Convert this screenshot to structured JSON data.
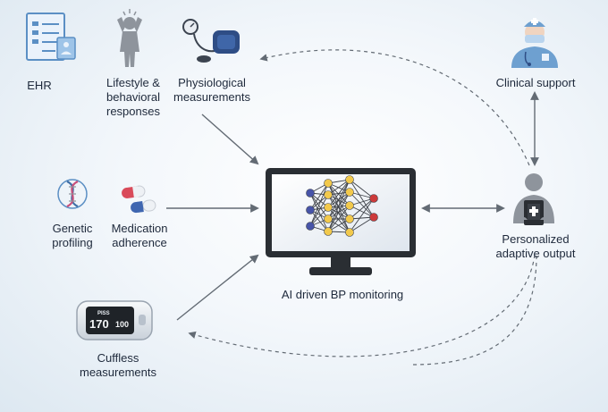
{
  "nodes": {
    "ehr": {
      "label": "EHR",
      "icon": "ehr-document-icon"
    },
    "lifestyle": {
      "label": "Lifestyle & behavioral responses",
      "icon": "stressed-person-icon"
    },
    "physiological": {
      "label": "Physiological measurements",
      "icon": "blood-pressure-cuff-icon"
    },
    "clinical": {
      "label": "Clinical support",
      "icon": "clinician-icon"
    },
    "genetic": {
      "label": "Genetic profiling",
      "icon": "dna-icon"
    },
    "medication": {
      "label": "Medication adherence",
      "icon": "pill-capsules-icon"
    },
    "ai": {
      "label": "AI driven BP monitoring",
      "icon": "neural-network-monitor-icon"
    },
    "personalized": {
      "label": "Personalized adaptive output",
      "icon": "patient-report-icon"
    },
    "cuffless": {
      "label": "Cuffless measurements",
      "icon": "wearable-bp-device-icon",
      "screen_tag": "PISS",
      "systolic": "170",
      "diastolic": "100"
    }
  },
  "colors": {
    "arrow": "#636b74",
    "monitor": "#2a2e33",
    "node_blue": "#4754a8",
    "node_yellow": "#f2c94c",
    "node_red": "#cc3a3a",
    "icon_blue": "#5b8fc4",
    "person_gray": "#8e949c"
  }
}
